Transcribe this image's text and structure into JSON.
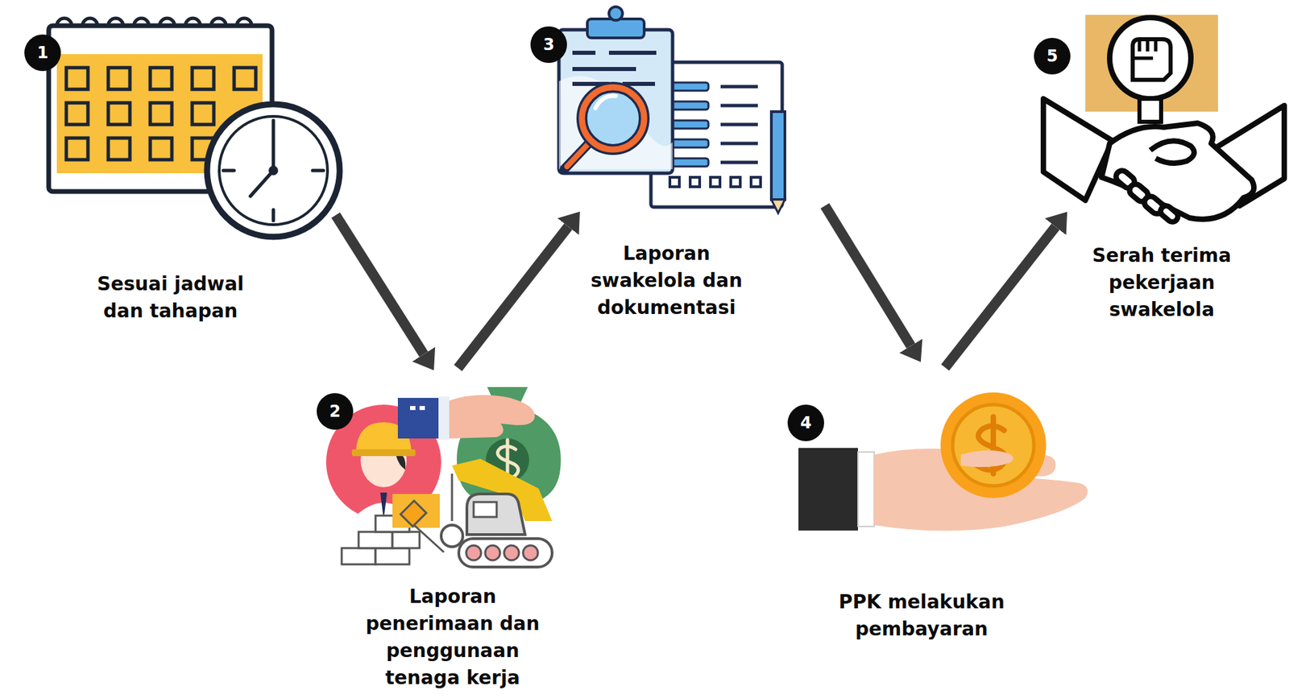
{
  "diagram": {
    "nodes": [
      {
        "text": [
          "1",
          "Sesuai jadwal dan tahapan"
        ]
      },
      {
        "text": [
          "2",
          "Laporan penerimaan dan penggunaan tenaga kerja"
        ]
      },
      {
        "text": [
          "3",
          "Laporan swakelola dan dokumentasi"
        ]
      },
      {
        "text": [
          "4",
          "PPK melakukan pembayaran"
        ]
      },
      {
        "text": [
          "5",
          "Serah terima pekerjaan swakelola"
        ]
      }
    ],
    "edges": [
      {
        "from": 0,
        "to": 1,
        "arrow": "to"
      },
      {
        "from": 1,
        "to": 2,
        "arrow": "to"
      },
      {
        "from": 2,
        "to": 3,
        "arrow": "to"
      },
      {
        "from": 3,
        "to": 4,
        "arrow": "to"
      }
    ]
  }
}
